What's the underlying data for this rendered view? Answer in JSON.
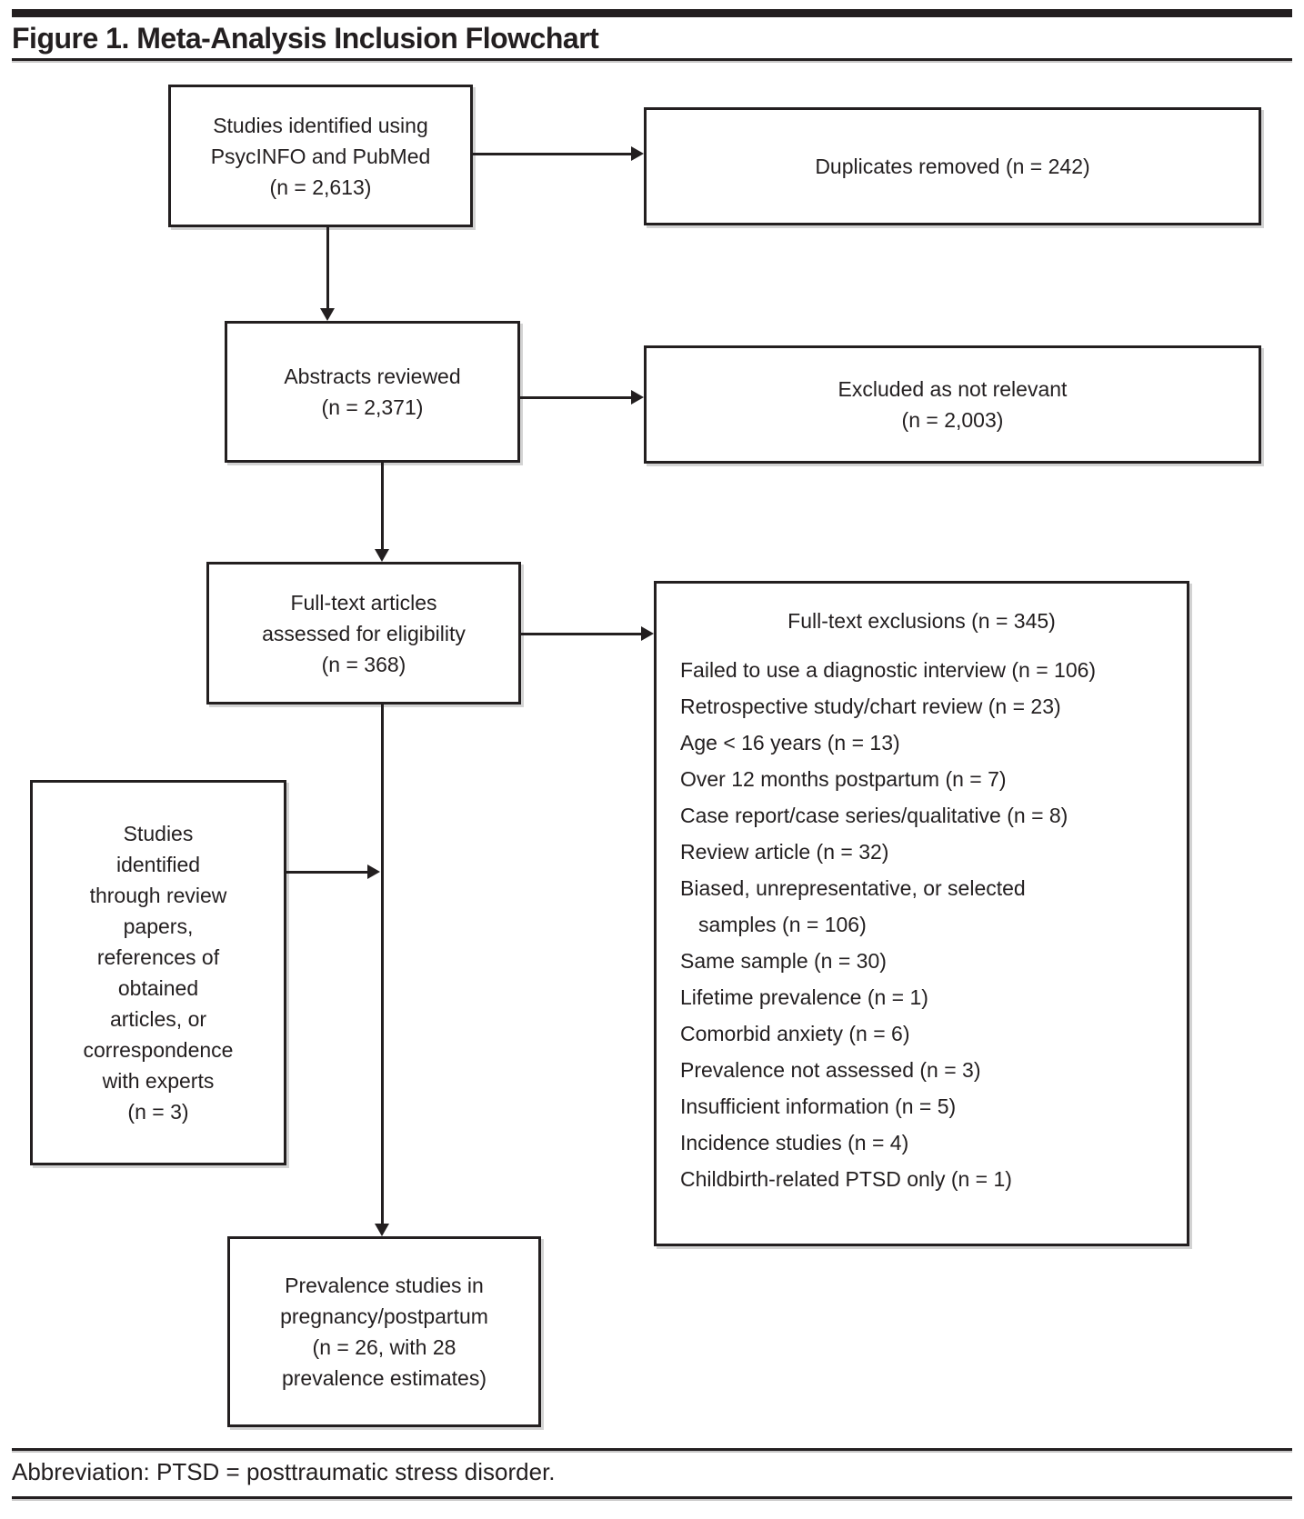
{
  "figure": {
    "title": "Figure 1. Meta-Analysis Inclusion Flowchart",
    "footnote": "Abbreviation: PTSD = posttraumatic stress disorder."
  },
  "flowchart": {
    "identified": "Studies identified using\nPsycINFO and PubMed\n(n = 2,613)",
    "duplicates": "Duplicates removed (n = 242)",
    "abstracts": "Abstracts reviewed\n(n = 2,371)",
    "not_relevant": "Excluded as not relevant\n(n = 2,003)",
    "fulltext": "Full-text articles\nassessed for eligibility\n(n = 368)",
    "review_sources": "Studies\nidentified\nthrough review\npapers,\nreferences of\nobtained\narticles, or\ncorrespondence\nwith experts\n(n = 3)",
    "prevalence": "Prevalence studies in\npregnancy/postpartum\n(n = 26, with 28\nprevalence estimates)",
    "exclusions": {
      "header": "Full-text exclusions (n = 345)",
      "items": [
        "Failed to use a diagnostic interview (n = 106)",
        "Retrospective study/chart review (n = 23)",
        "Age < 16 years (n = 13)",
        "Over 12 months postpartum (n = 7)",
        "Case report/case series/qualitative (n = 8)",
        "Review article (n = 32)",
        "Biased, unrepresentative, or selected\nsamples (n = 106)",
        "Same sample (n = 30)",
        "Lifetime prevalence (n = 1)",
        "Comorbid anxiety (n = 6)",
        "Prevalence not assessed (n = 3)",
        "Insufficient information (n = 5)",
        "Incidence studies (n = 4)",
        "Childbirth-related PTSD only (n = 1)"
      ]
    }
  },
  "colors": {
    "ink": "#231f20",
    "paper": "#ffffff"
  }
}
